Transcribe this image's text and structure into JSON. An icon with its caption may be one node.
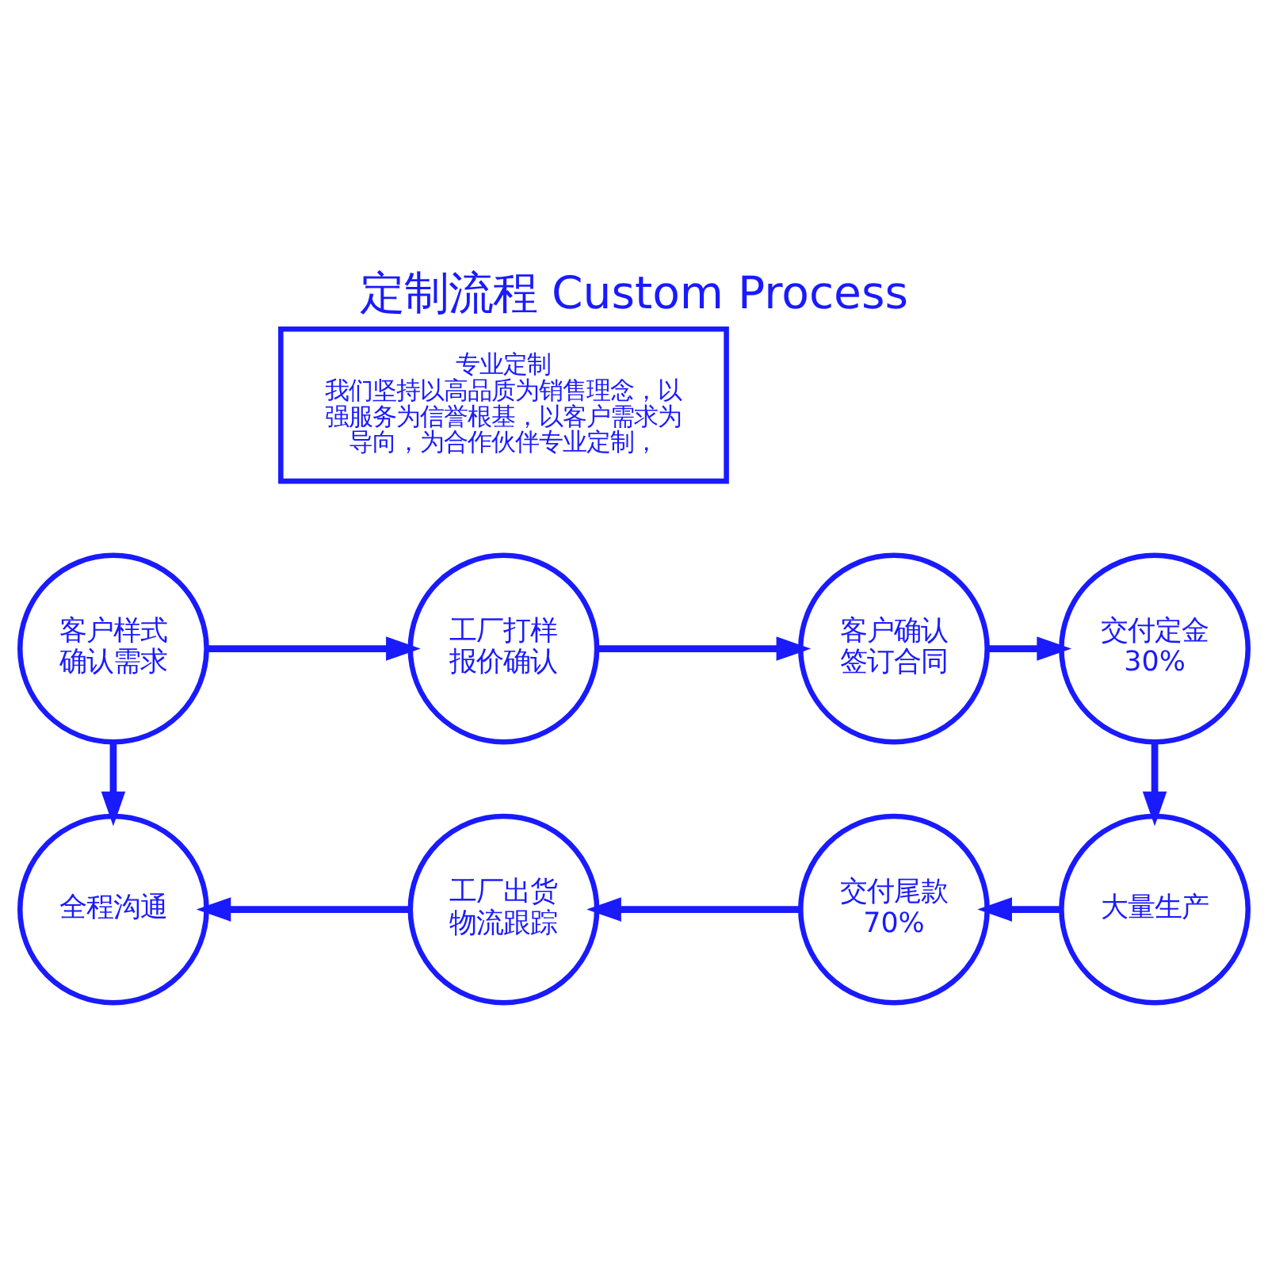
{
  "diagram": {
    "title": "定制流程 Custom Process",
    "nodes": [
      {
        "text": [
          "客户样式确认需求"
        ]
      },
      {
        "text": [
          "工厂打样报价确认"
        ]
      },
      {
        "text": [
          "客户确认签订合同"
        ]
      },
      {
        "text": [
          "交付定金",
          "30%"
        ]
      },
      {
        "text": [
          "专业定制",
          "我们坚持以高品质为销售理念，以强服务为信誉根基，以客户需求为导向，为合作伙伴专业定制，"
        ]
      },
      {
        "text": [
          "大量生产"
        ]
      },
      {
        "text": [
          "交付尾款",
          "70%"
        ]
      },
      {
        "text": [
          "工厂出货物流跟踪"
        ]
      },
      {
        "text": [
          "全程沟通"
        ]
      }
    ],
    "edges": [
      {
        "from": 0,
        "to": 1,
        "arrow": "to"
      },
      {
        "from": 1,
        "to": 2,
        "arrow": "to"
      },
      {
        "from": 2,
        "to": 3,
        "arrow": "to"
      },
      {
        "from": 0,
        "to": 8,
        "arrow": "to"
      },
      {
        "from": 3,
        "to": 5,
        "arrow": "to"
      },
      {
        "from": 5,
        "to": 6,
        "arrow": "to"
      },
      {
        "from": 6,
        "to": 7,
        "arrow": "to"
      },
      {
        "from": 7,
        "to": 8,
        "arrow": "to"
      }
    ]
  }
}
